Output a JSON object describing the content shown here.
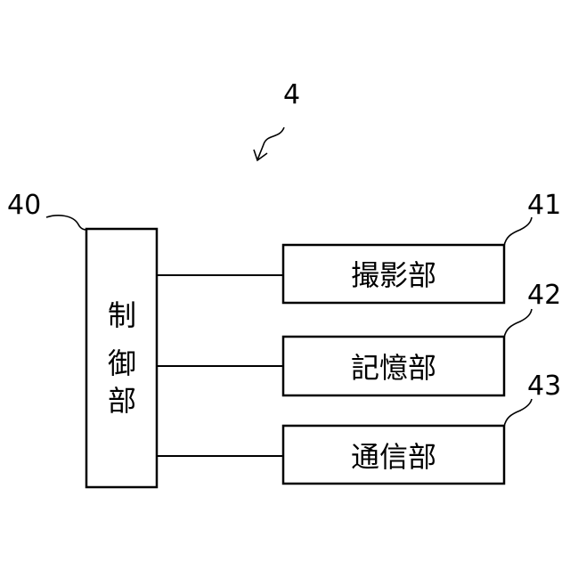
{
  "figure": {
    "ref_number": "4"
  },
  "control_unit": {
    "ref": "40",
    "label_chars": [
      "制",
      "御",
      "部"
    ]
  },
  "units": [
    {
      "ref": "41",
      "label": "撮影部"
    },
    {
      "ref": "42",
      "label": "記憶部"
    },
    {
      "ref": "43",
      "label": "通信部"
    }
  ]
}
